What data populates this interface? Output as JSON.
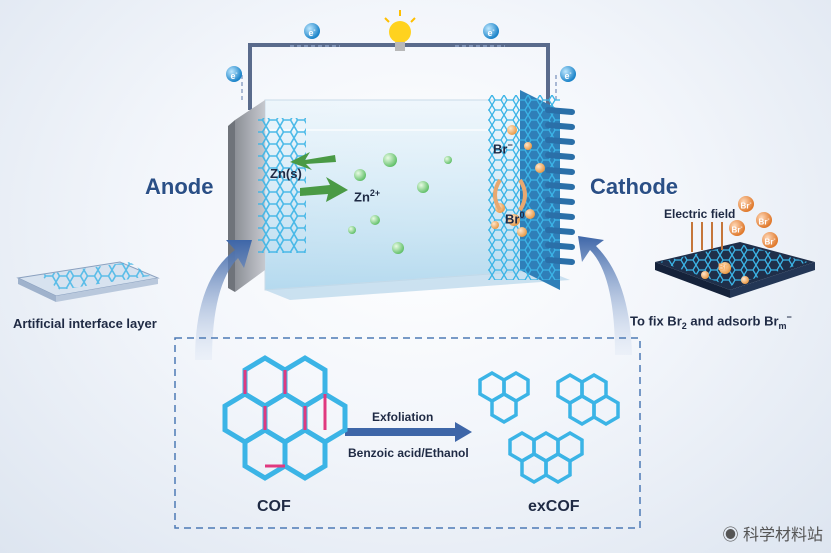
{
  "labels": {
    "anode": "Anode",
    "cathode": "Cathode",
    "zn_s": "Zn(s)",
    "zn2": "Zn",
    "zn2_sup": "2+",
    "br_minus": "Br",
    "br_minus_sup": "−",
    "br0": "Br",
    "br0_sup": "0",
    "electric_field": "Electric field",
    "artificial_interface": "Artificial interface layer",
    "fix_br_prefix": "To fix Br",
    "fix_br_sub": "2",
    "fix_br_mid": " and adsorb Br",
    "fix_br_sub2": "m",
    "fix_br_sup2": "−",
    "exfoliation": "Exfoliation",
    "reagent": "Benzoic acid/Ethanol",
    "cof": "COF",
    "excof": "exCOF",
    "electron": "e",
    "electron_sup": "-",
    "br_bubble": "Br",
    "br_bubble_sup": "-",
    "br_label_small": "Br",
    "watermark": "科学材料站"
  },
  "colors": {
    "cof_blue": "#3bb4e6",
    "cof_pink": "#e0397f",
    "arrow_green": "#4a9a45",
    "arrow_blue": "#3e66a8",
    "label_blue": "#2a4f86"
  },
  "icons": [
    "bulb-icon",
    "electron-icon",
    "bromide-icon",
    "watermark-logo-icon"
  ]
}
